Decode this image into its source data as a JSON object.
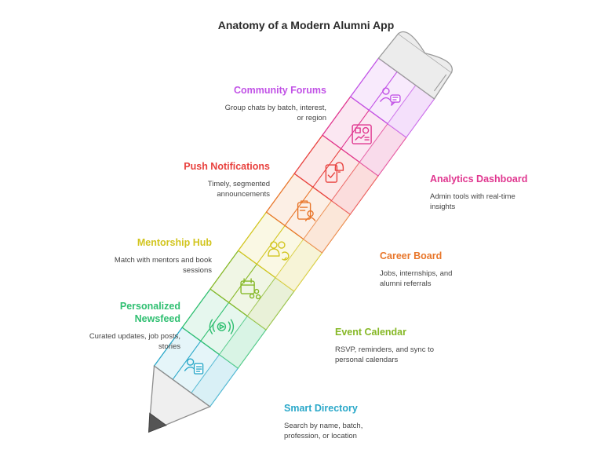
{
  "title": "Anatomy of a Modern Alumni App",
  "features": [
    {
      "key": "community",
      "title": "Community Forums",
      "desc": "Group chats by batch, interest, or region",
      "color": "#c152e6",
      "icon": "chat-users-icon"
    },
    {
      "key": "analytics",
      "title": "Analytics Dashboard",
      "desc": "Admin tools with real-time insights",
      "color": "#e0368f",
      "icon": "dashboard-icon"
    },
    {
      "key": "push",
      "title": "Push Notifications",
      "desc": "Timely, segmented announcements",
      "color": "#e8413e",
      "icon": "bell-phone-icon"
    },
    {
      "key": "career",
      "title": "Career Board",
      "desc": "Jobs, internships, and alumni referrals",
      "color": "#e8762a",
      "icon": "job-board-icon"
    },
    {
      "key": "mentor",
      "title": "Mentorship Hub",
      "desc": "Match with mentors and book sessions",
      "color": "#d2c51f",
      "icon": "mentor-icon"
    },
    {
      "key": "event",
      "title": "Event Calendar",
      "desc": "RSVP, reminders, and sync to personal calendars",
      "color": "#86b826",
      "icon": "calendar-share-icon"
    },
    {
      "key": "newsfeed",
      "title": "Personalized Newsfeed",
      "desc": "Curated updates, job posts, stories",
      "color": "#2fbf71",
      "icon": "broadcast-icon"
    },
    {
      "key": "directory",
      "title": "Smart Directory",
      "desc": "Search by name, batch, profession, or location",
      "color": "#2aa8c9",
      "icon": "directory-icon"
    }
  ]
}
